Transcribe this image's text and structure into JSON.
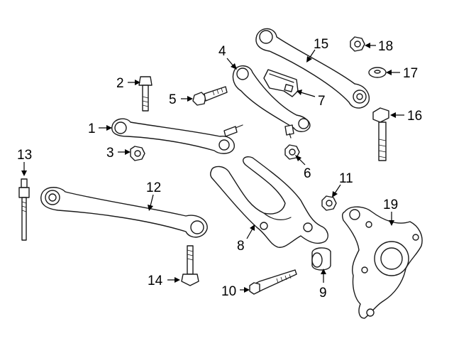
{
  "callouts": {
    "c1": "1",
    "c2": "2",
    "c3": "3",
    "c4": "4",
    "c5": "5",
    "c6": "6",
    "c7": "7",
    "c8": "8",
    "c9": "9",
    "c10": "10",
    "c11": "11",
    "c12": "12",
    "c13": "13",
    "c14": "14",
    "c15": "15",
    "c16": "16",
    "c17": "17",
    "c18": "18",
    "c19": "19"
  },
  "colors": {
    "line": "#1a1a1a",
    "background": "#ffffff"
  }
}
